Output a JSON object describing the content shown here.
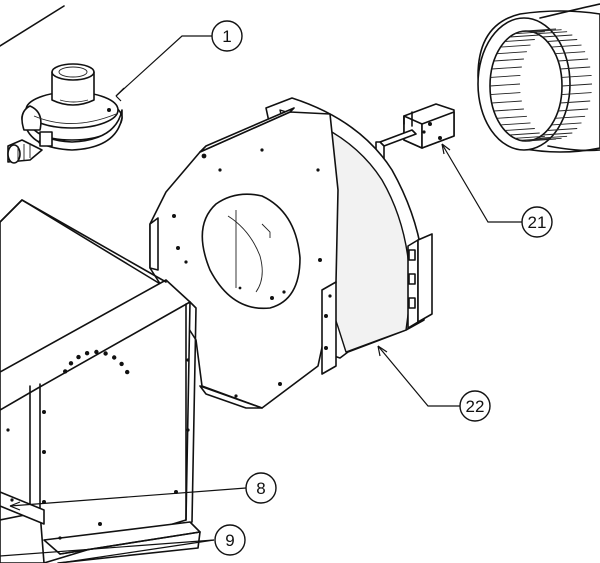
{
  "callouts": [
    {
      "id": "callout-1",
      "label": "1"
    },
    {
      "id": "callout-21",
      "label": "21"
    },
    {
      "id": "callout-22",
      "label": "22"
    },
    {
      "id": "callout-8",
      "label": "8"
    },
    {
      "id": "callout-9",
      "label": "9"
    }
  ],
  "parts": {
    "gas_valve": "gas-valve",
    "blower_wheel": "blower-wheel",
    "bracket": "mounting-bracket",
    "blower_housing": "blower-housing",
    "cabinet": "cabinet-panel"
  }
}
